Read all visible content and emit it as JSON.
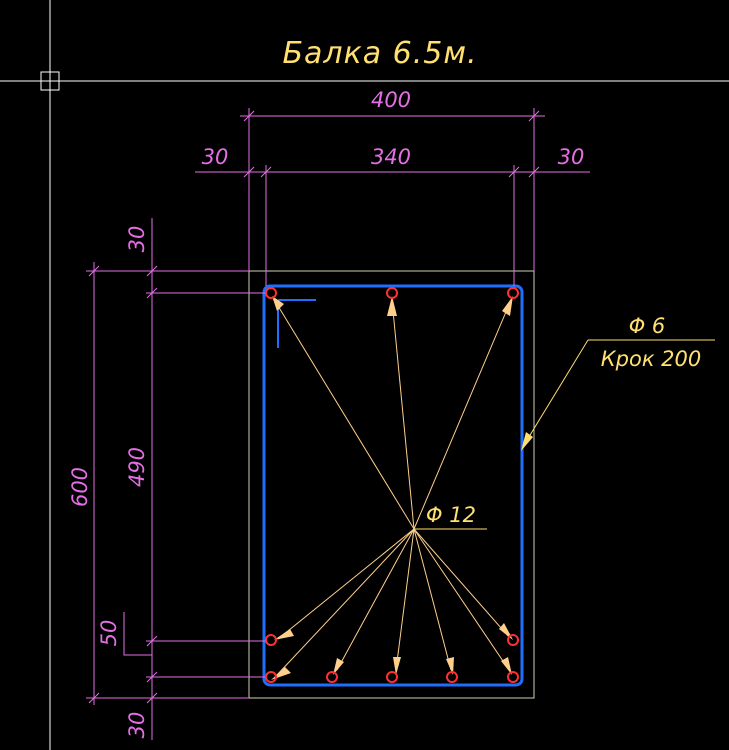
{
  "drawing": {
    "title": "Балка 6.5м.",
    "dimensions": {
      "total_width": "400",
      "inner_width": "340",
      "left_cover": "30",
      "right_cover": "30",
      "top_cover": "30",
      "total_height": "600",
      "inner_height": "490",
      "bottom_offset": "50",
      "bottom_cover": "30"
    },
    "callouts": {
      "stirrup_diameter": "Φ 6",
      "stirrup_spacing": "Крок 200",
      "bar_diameter": "Φ 12"
    },
    "colors": {
      "background": "#000000",
      "dimension": "#e46fe4",
      "text": "#ffe070",
      "stirrup": "#1f6fff",
      "bars": "#ff3030",
      "leaders": "#ffcf8c",
      "outline": "#cfcfb0",
      "crosshair": "#ffffff"
    }
  }
}
